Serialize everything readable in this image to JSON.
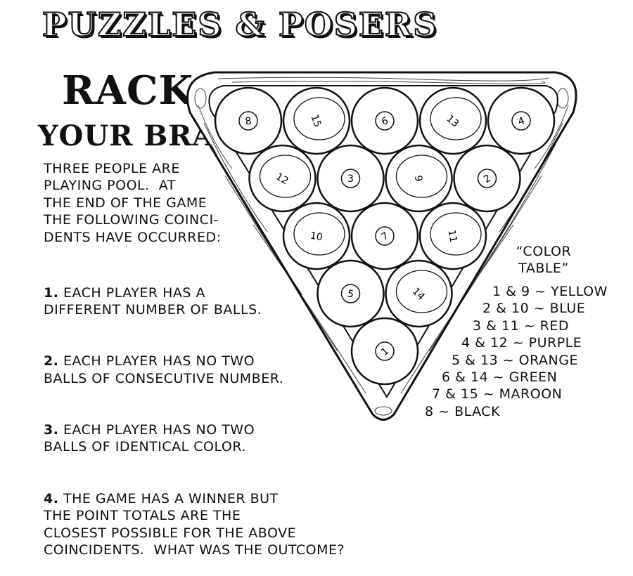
{
  "header": {
    "title": "PUZZLES & POSERS"
  },
  "heading": {
    "line1": "RACK",
    "line2": "YOUR BRAIN"
  },
  "intro": {
    "text": "THREE PEOPLE ARE\nPLAYING POOL.  AT\nTHE END OF THE GAME\nTHE FOLLOWING COINCI-\nDENTS HAVE OCCURRED:"
  },
  "rules": [
    {
      "num": "1.",
      "text": " EACH PLAYER HAS A\nDIFFERENT NUMBER OF BALLS."
    },
    {
      "num": "2.",
      "text": " EACH PLAYER HAS NO TWO\nBALLS OF CONSECUTIVE NUMBER."
    },
    {
      "num": "3.",
      "text": " EACH PLAYER HAS NO TWO\nBALLS OF IDENTICAL COLOR."
    },
    {
      "num": "4.",
      "text": " THE GAME HAS A WINNER BUT\nTHE POINT TOTALS ARE THE\nCLOSEST POSSIBLE FOR THE ABOVE\nCOINCIDENTS.  WHAT WAS THE OUTCOME?"
    }
  ],
  "color_table": {
    "title": "“COLOR\nTABLE”",
    "rows": [
      "1 & 9 ~ YELLOW",
      "2 & 10 ~ BLUE",
      "3 & 11 ~ RED",
      "4 & 12 ~ PURPLE",
      "5 & 13 ~ ORANGE",
      "6 & 14 ~ GREEN",
      "7 & 15 ~ MAROON",
      "8 ~ BLACK"
    ]
  },
  "balls": [
    "8",
    "15",
    "6",
    "13",
    "4",
    "12",
    "3",
    "9",
    "2",
    "10",
    "7",
    "11",
    "5",
    "14",
    "1"
  ]
}
